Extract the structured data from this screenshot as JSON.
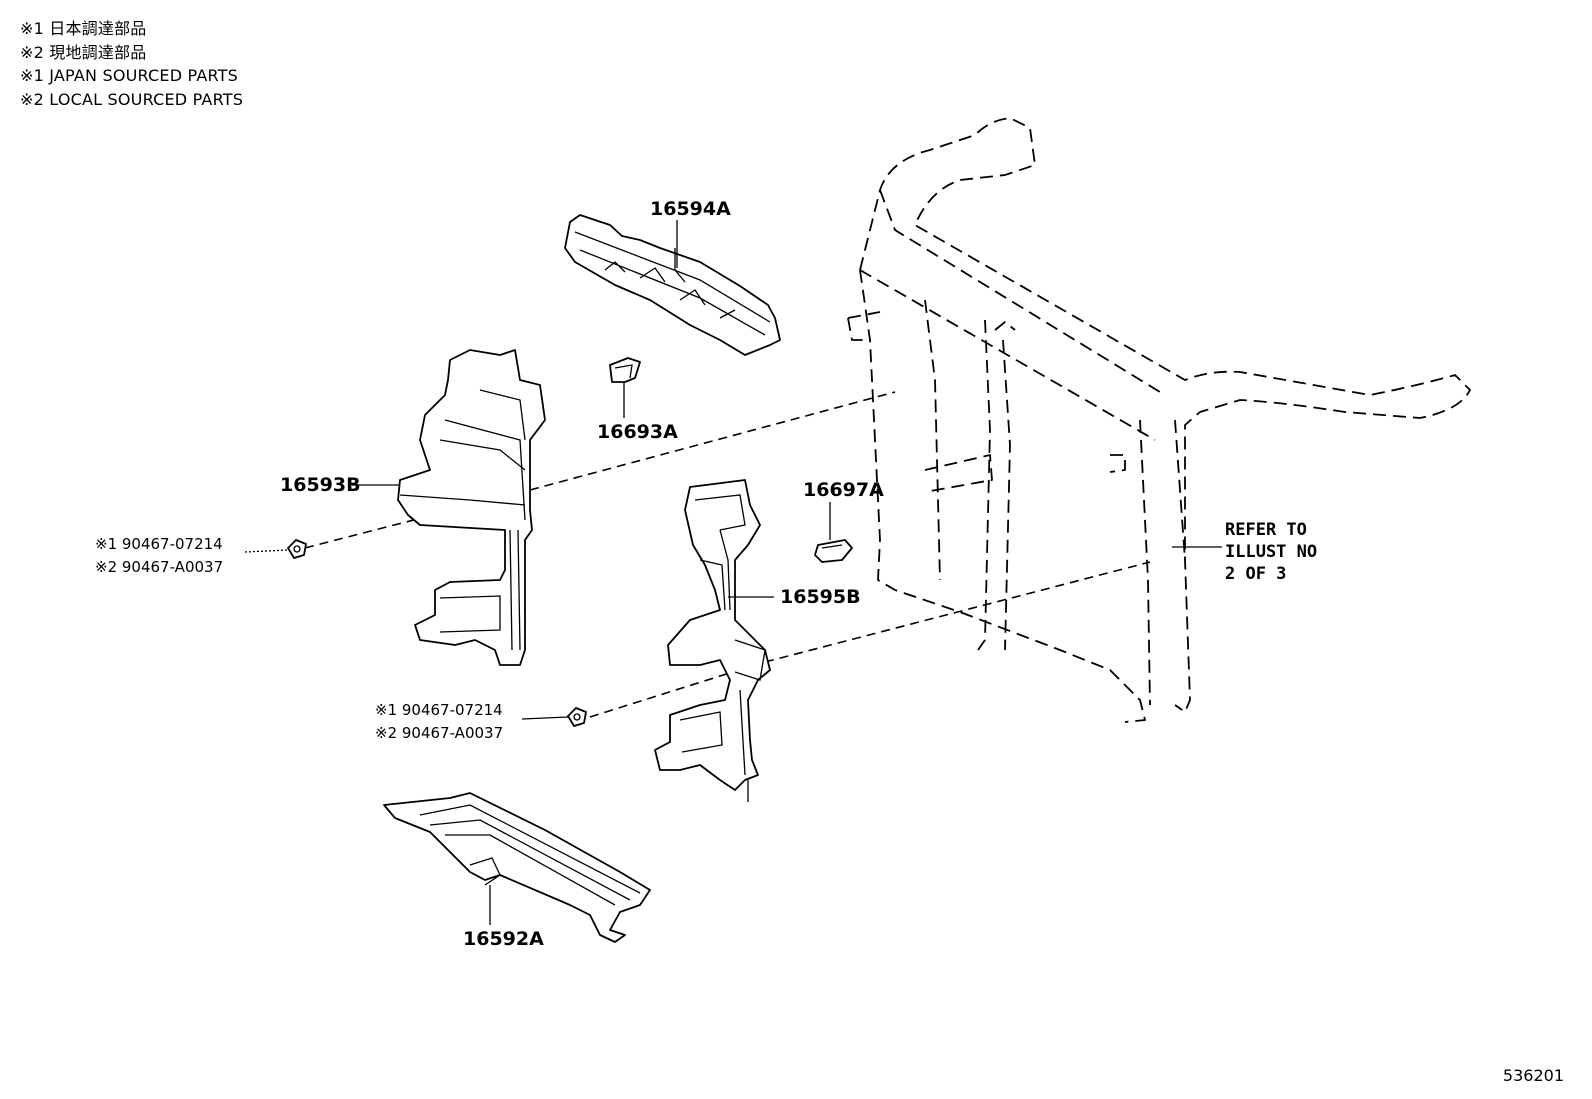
{
  "legend": {
    "line1": "※1 日本調達部品",
    "line2": "※2 現地調達部品",
    "line3": "※1 JAPAN SOURCED PARTS",
    "line4": "※2 LOCAL SOURCED PARTS"
  },
  "parts": {
    "p16594A": "16594A",
    "p16693A": "16693A",
    "p16593B": "16593B",
    "p16697A": "16697A",
    "p16595B": "16595B",
    "p16592A": "16592A"
  },
  "fasteners": {
    "upper": {
      "line1": "※1 90467-07214",
      "line2": "※2 90467-A0037"
    },
    "lower": {
      "line1": "※1 90467-07214",
      "line2": "※2 90467-A0037"
    }
  },
  "refer": {
    "line1": "REFER TO",
    "line2": "ILLUST NO",
    "line3": "2 OF 3"
  },
  "document_number": "536201"
}
